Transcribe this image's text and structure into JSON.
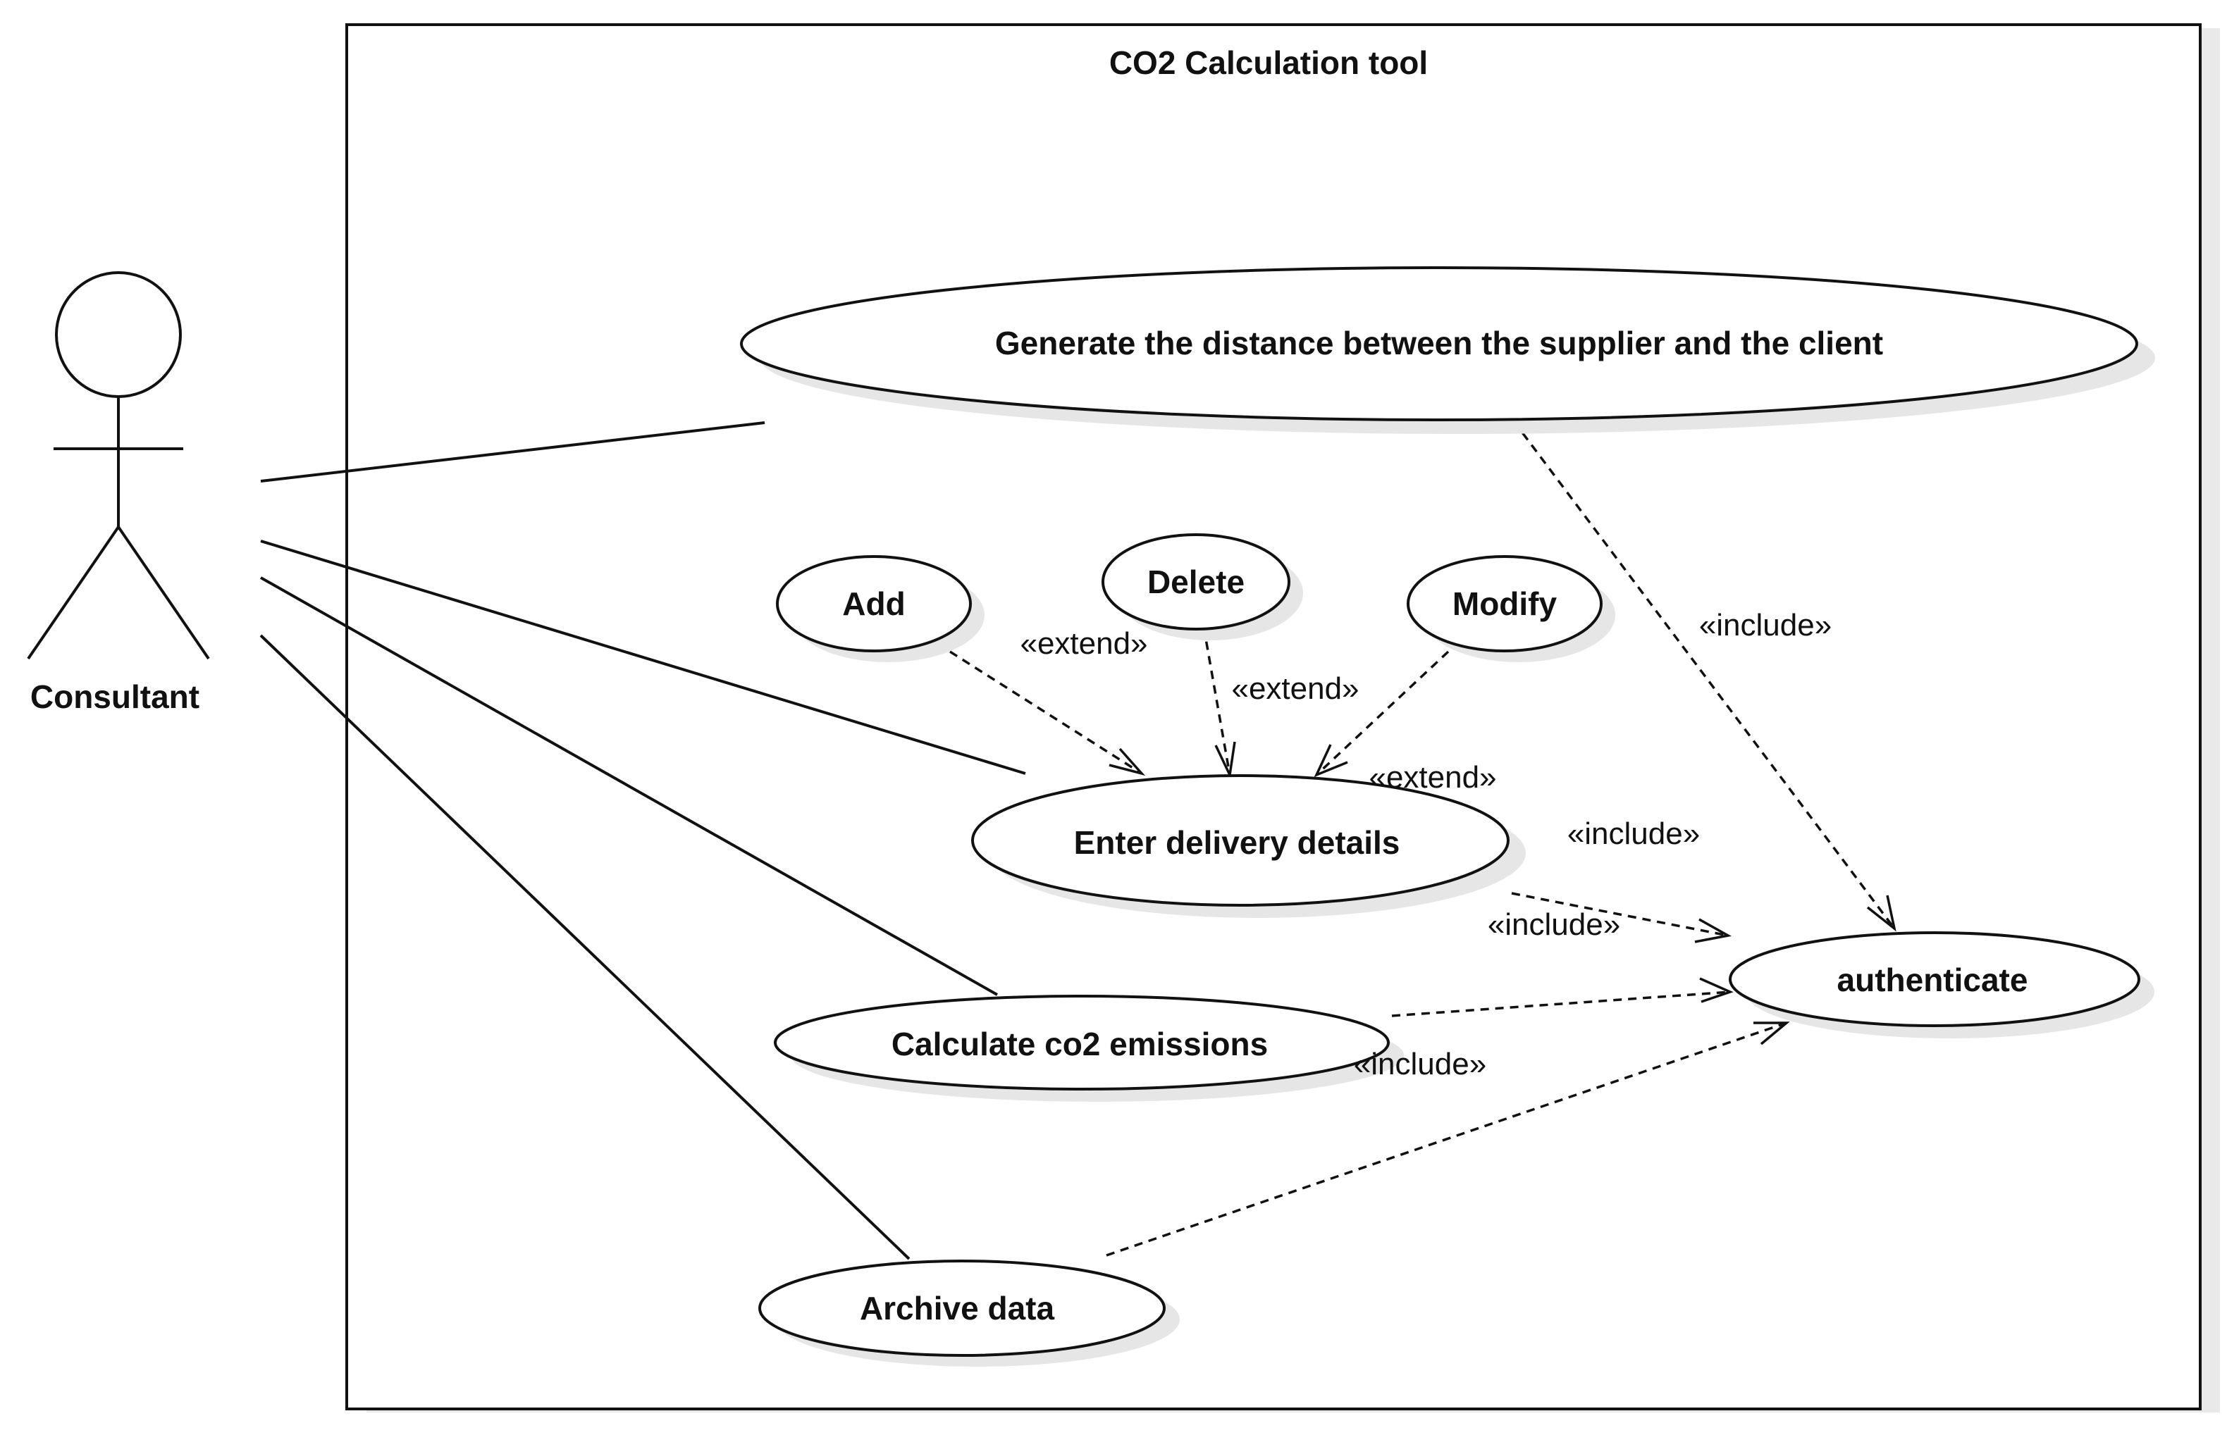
{
  "system": {
    "title": "CO2 Calculation tool"
  },
  "actor": {
    "name": "Consultant"
  },
  "use_cases": {
    "generate_distance": "Generate the distance between the supplier and the client",
    "add": "Add",
    "delete": "Delete",
    "modify": "Modify",
    "enter_delivery": "Enter delivery details",
    "calculate_co2": "Calculate co2 emissions",
    "archive_data": "Archive data",
    "authenticate": "authenticate"
  },
  "stereotypes": {
    "extend": "«extend»",
    "include": "«include»"
  }
}
